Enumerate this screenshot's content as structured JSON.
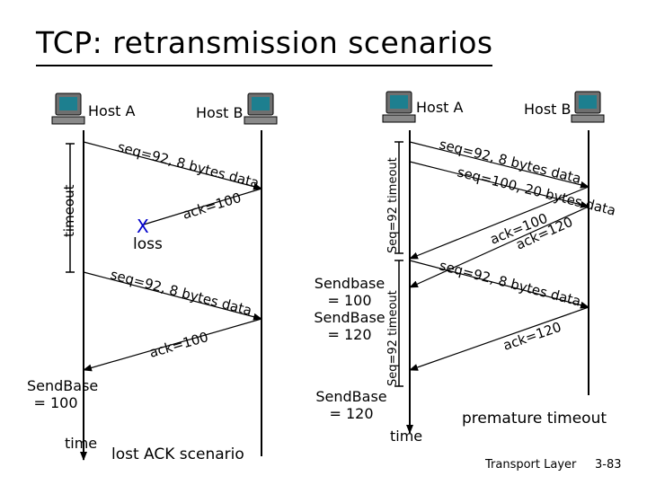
{
  "title": "TCP: retransmission scenarios",
  "left": {
    "host_a": "Host A",
    "host_b": "Host B",
    "timeout": "timeout",
    "msg1": "seq=92, 8 bytes data",
    "ack1": "ack=100",
    "loss_mark": "X",
    "loss": "loss",
    "msg2": "seq=92, 8 bytes data",
    "ack2": "ack=100",
    "sendbase_1": "SendBase",
    "sendbase_1_val": "= 100",
    "time": "time",
    "caption": "lost ACK scenario"
  },
  "right": {
    "host_a": "Host A",
    "host_b": "Host B",
    "timeout_1": "Seq=92 timeout",
    "timeout_2": "Seq=92 timeout",
    "msg1": "seq=92, 8 bytes data",
    "msg2": "seq=100, 20 bytes data",
    "ack1": "ack=100",
    "ack2": "ack=120",
    "msg3": "seq=92, 8 bytes data",
    "ack3": "ack=120",
    "sendbase_a": "Sendbase",
    "sendbase_a_val": "= 100",
    "sendbase_b": "SendBase",
    "sendbase_b_val": "= 120",
    "sendbase_c": "SendBase",
    "sendbase_c_val": "= 120",
    "time": "time",
    "caption": "premature timeout"
  },
  "footer": {
    "course": "Transport Layer",
    "page": "3-83"
  },
  "colors": {
    "line": "#000000",
    "arrow": "#000000",
    "loss": "#0000cc",
    "host_screen": "#1d7f8f",
    "host_body": "#7a7a7a"
  }
}
